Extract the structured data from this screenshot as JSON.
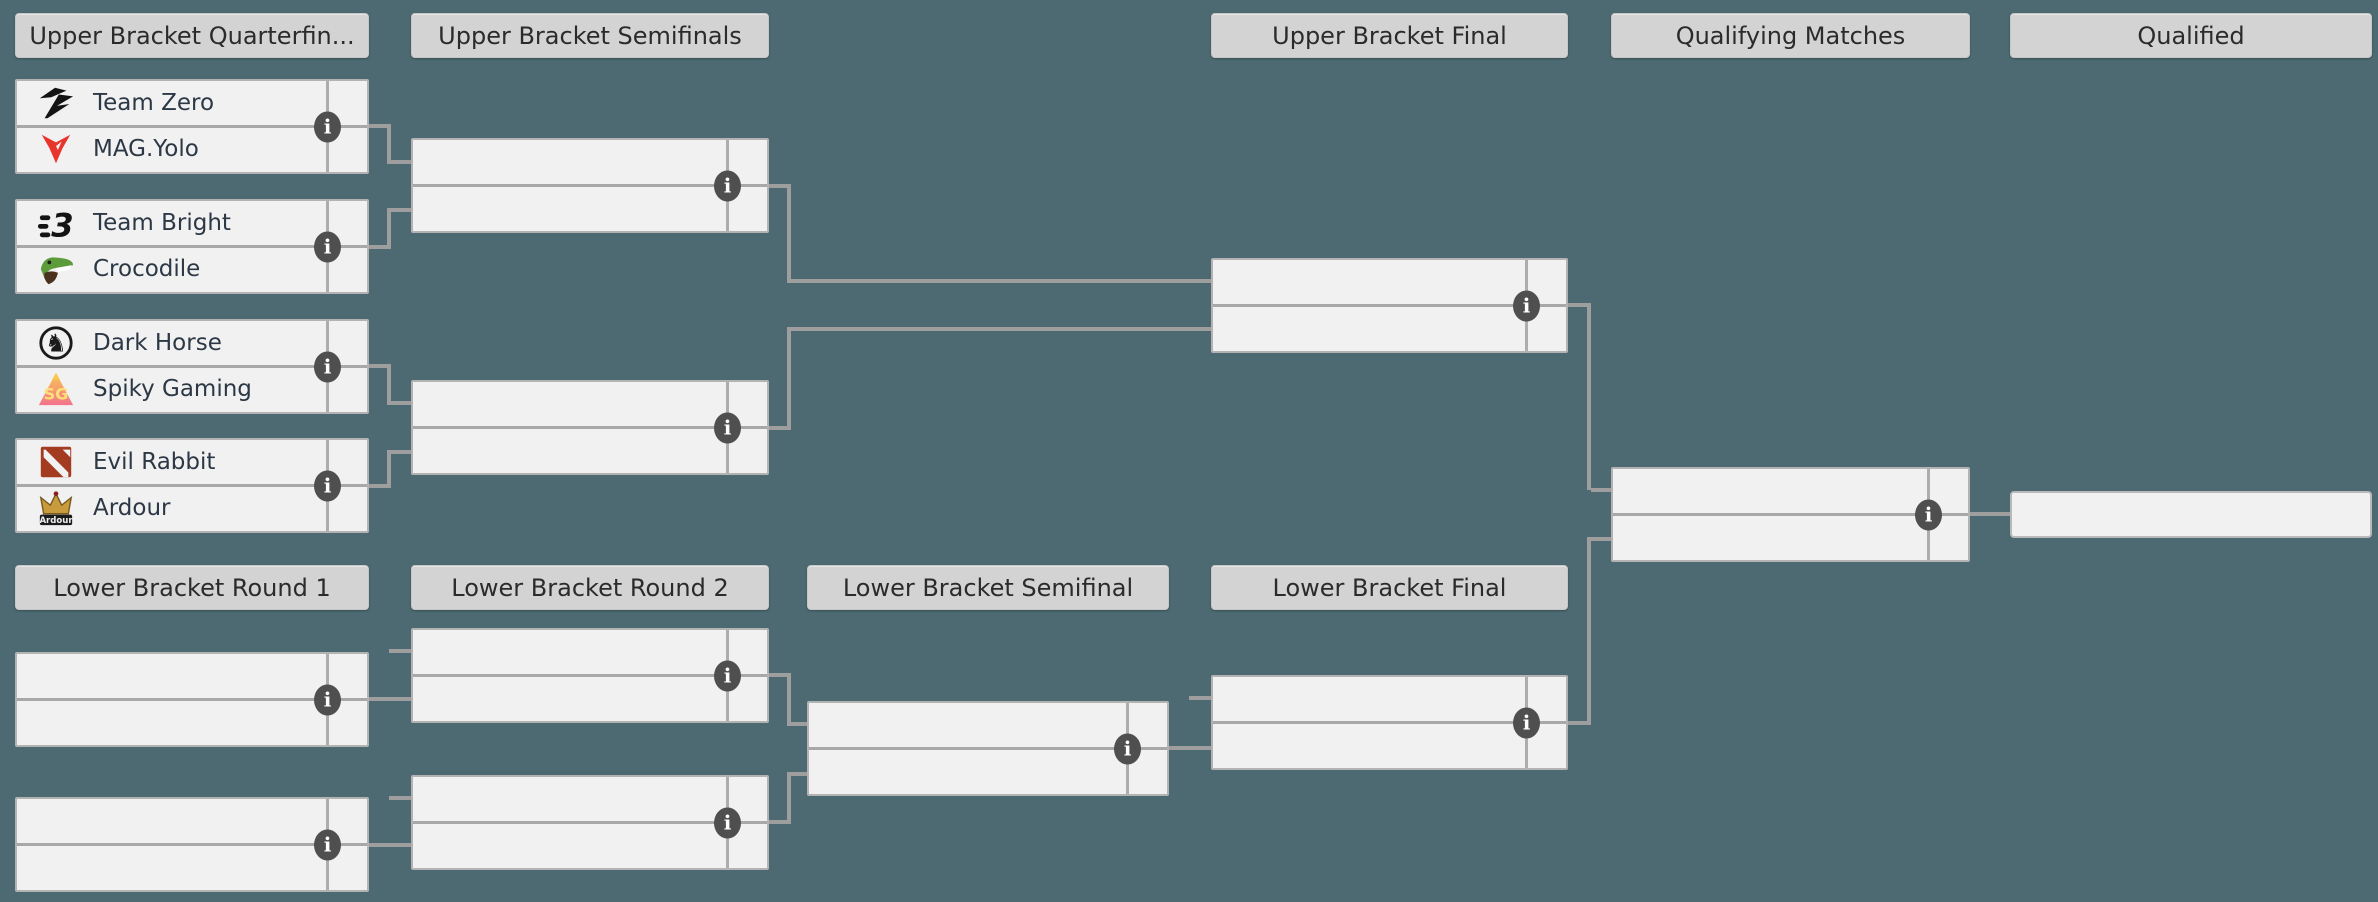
{
  "colors": {
    "background": "#4d6a73",
    "match_fill": "#f1f1f2",
    "header_fill": "#d3d3d3",
    "connector": "#9e9e9e",
    "row_divider": "#a8a8a8",
    "info_icon_bg": "#4f4f4f",
    "team_name_text": "#2c3845",
    "header_text": "#2b2b2b",
    "mag_yolo_red": "#e8352b",
    "crocodile_green": "#5d9c3b",
    "spiky_yellow": "#f7c94d",
    "spiky_pink": "#f4728d",
    "evil_rabbit_red": "#a23b20",
    "ardour_gold": "#c89b3c"
  },
  "headers": {
    "ub_quarterfinals": "Upper Bracket Quarterfin...",
    "ub_semifinals": "Upper Bracket Semifinals",
    "ub_final": "Upper Bracket Final",
    "qualifying_matches": "Qualifying Matches",
    "qualified": "Qualified",
    "lb_round1": "Lower Bracket Round 1",
    "lb_round2": "Lower Bracket Round 2",
    "lb_semifinal": "Lower Bracket Semifinal",
    "lb_final": "Lower Bracket Final"
  },
  "teams": {
    "team_zero": {
      "name": "Team Zero",
      "logo": "team-zero-logo"
    },
    "mag_yolo": {
      "name": "MAG.Yolo",
      "logo": "mag-yolo-logo"
    },
    "team_bright": {
      "name": "Team Bright",
      "logo": "team-bright-logo"
    },
    "crocodile": {
      "name": "Crocodile",
      "logo": "crocodile-logo"
    },
    "dark_horse": {
      "name": "Dark Horse",
      "logo": "dark-horse-logo"
    },
    "spiky_gaming": {
      "name": "Spiky Gaming",
      "logo": "spiky-gaming-logo"
    },
    "evil_rabbit": {
      "name": "Evil Rabbit",
      "logo": "evil-rabbit-logo"
    },
    "ardour": {
      "name": "Ardour",
      "logo": "ardour-logo"
    }
  },
  "info_icon": {
    "glyph": "i"
  }
}
